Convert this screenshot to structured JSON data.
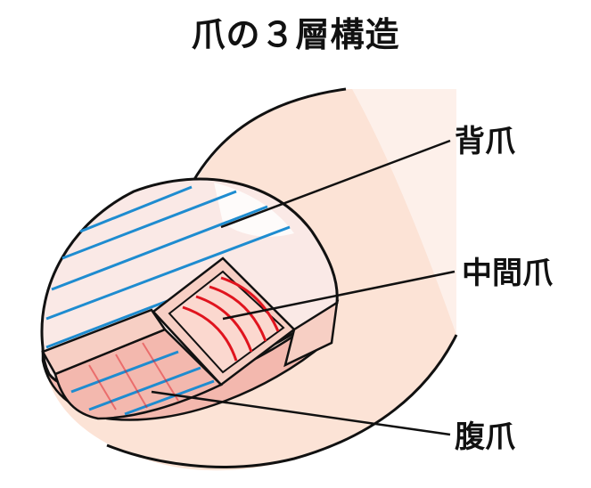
{
  "title": "爪の３層構造",
  "labels": {
    "dorsal": "背爪",
    "intermediate": "中間爪",
    "ventral": "腹爪"
  },
  "colors": {
    "skin": "#fce3d6",
    "nail_plate": "#fae9e6",
    "blue_lines": "#1e8cd0",
    "red_lines": "#e0141e",
    "ventral_fill": "#f3b8ae",
    "intermediate_fill": "#f7cfc4",
    "outline": "#111111"
  }
}
